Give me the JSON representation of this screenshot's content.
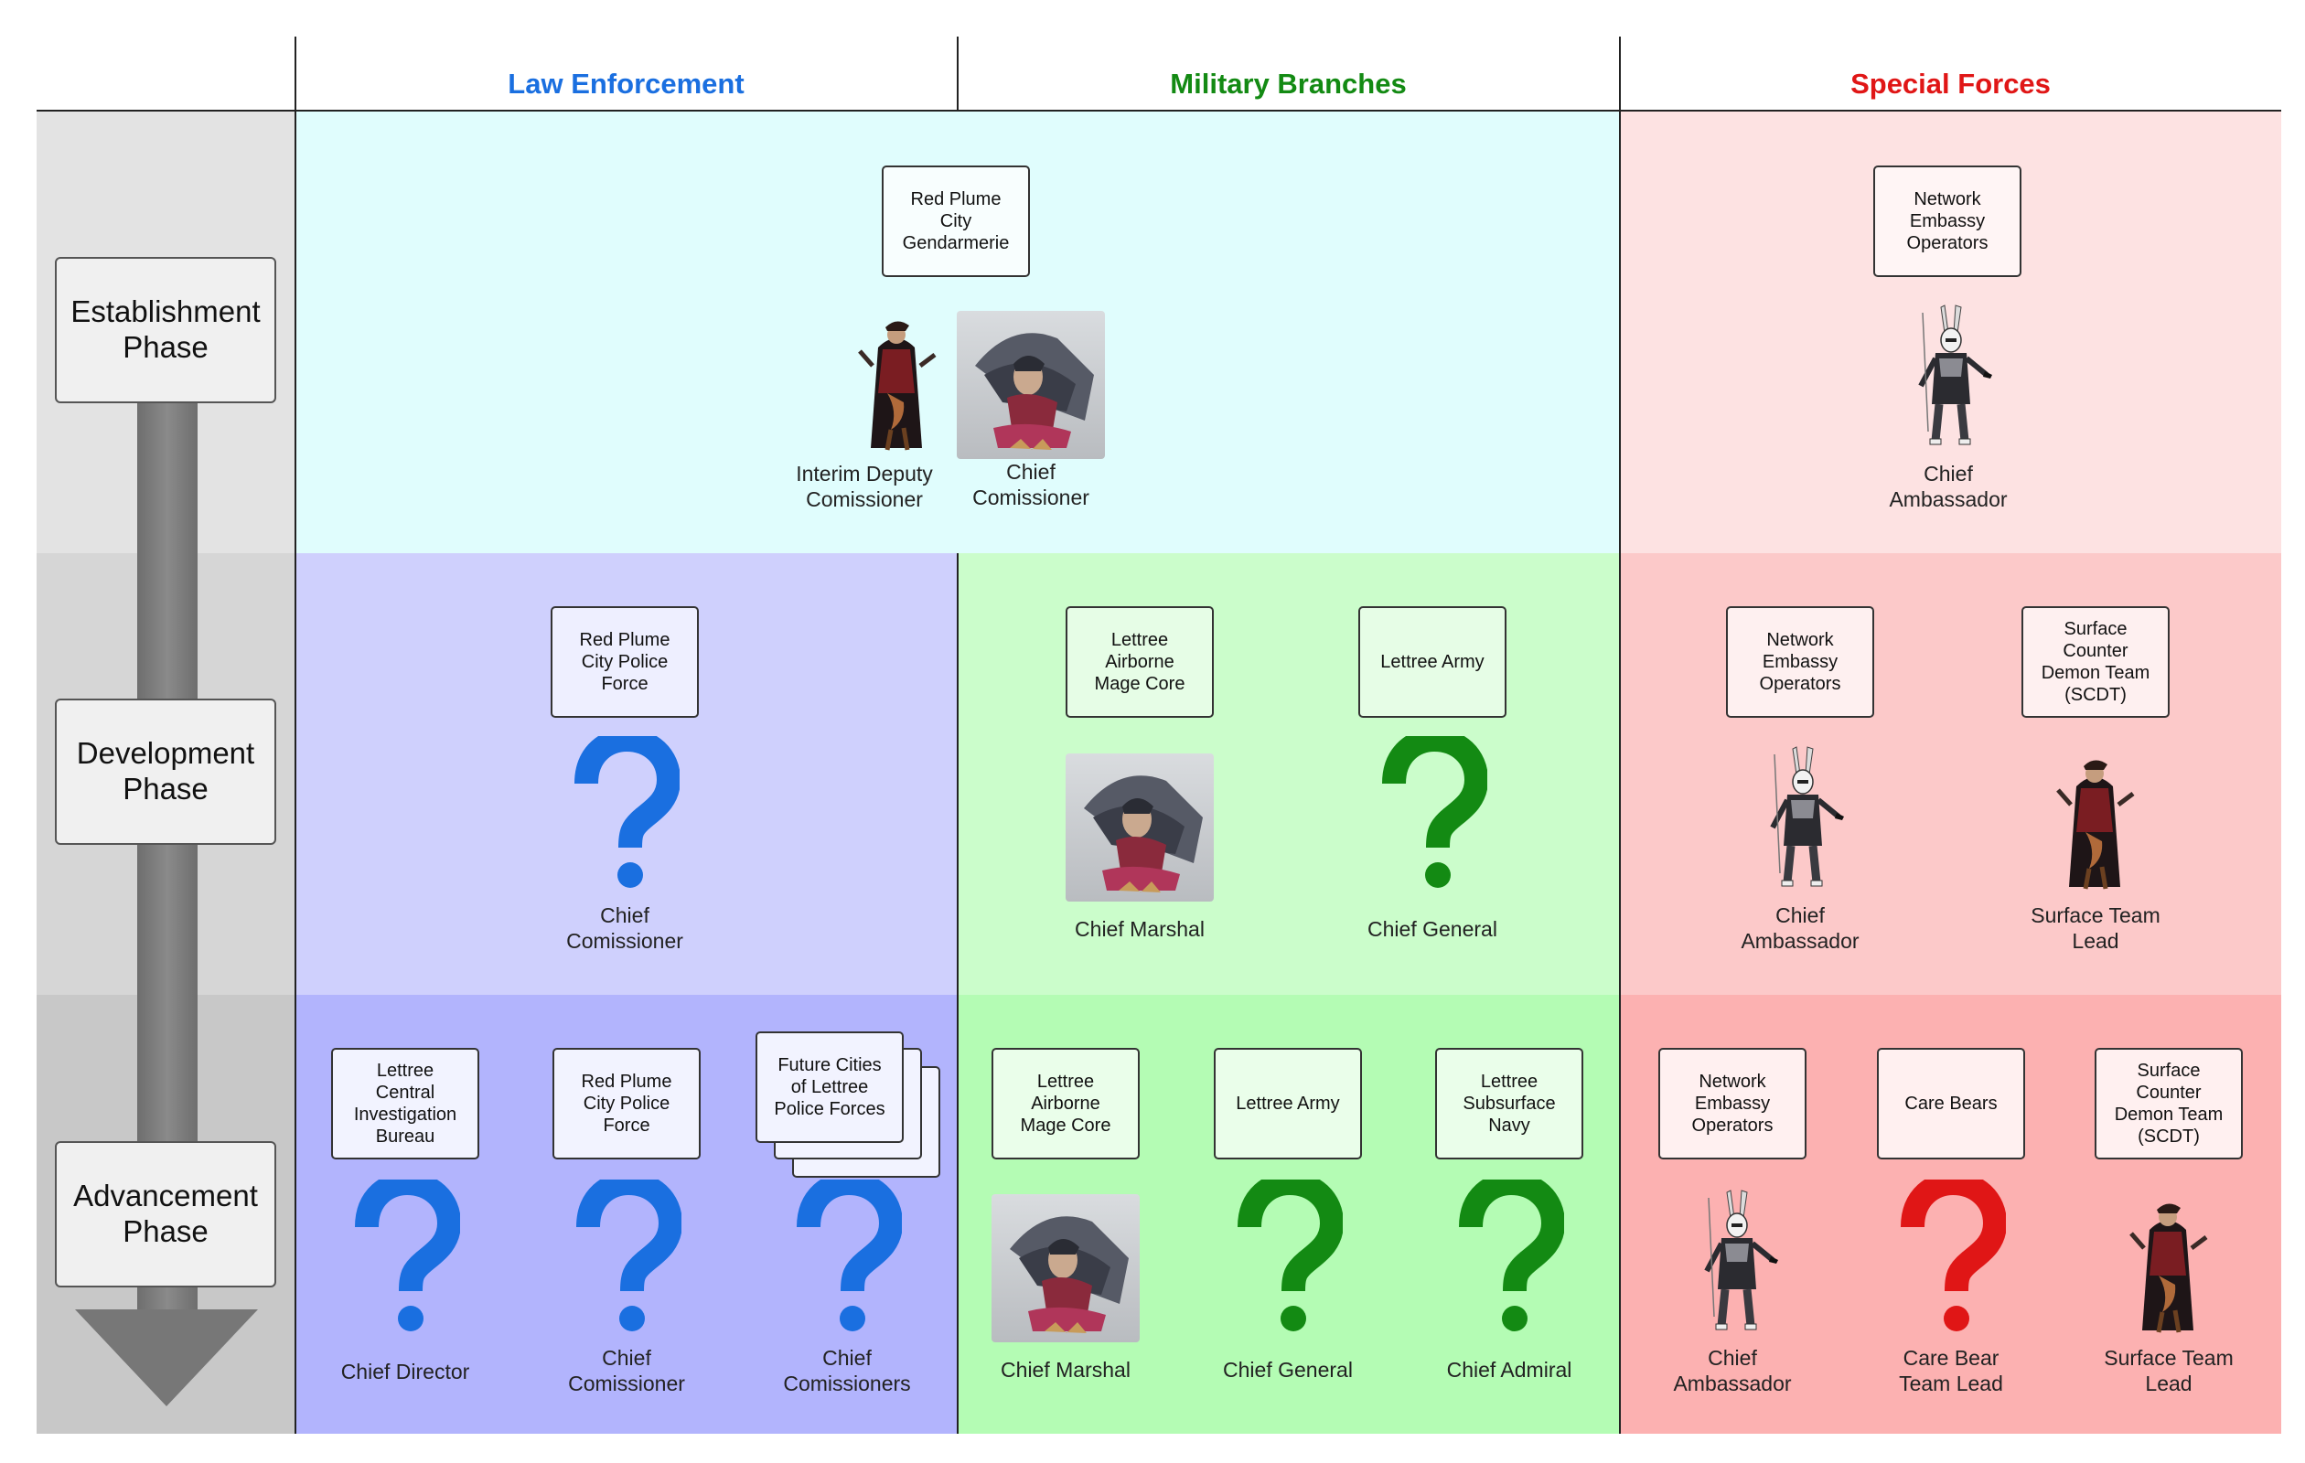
{
  "columns": {
    "law": {
      "title": "Law Enforcement",
      "color": "#1a6fe0"
    },
    "military": {
      "title": "Military Branches",
      "color": "#138a13"
    },
    "special": {
      "title": "Special Forces",
      "color": "#e01616"
    }
  },
  "phases": {
    "establishment": "Establishment\nPhase",
    "development": "Development\nPhase",
    "advancement": "Advancement\nPhase"
  },
  "establishment": {
    "gendarmerie_card": "Red Plume\nCity\nGendarmerie",
    "interim_label": "Interim Deputy\nComissioner",
    "chief_label": "Chief\nComissioner",
    "neo_card": "Network\nEmbassy\nOperators",
    "neo_label": "Chief\nAmbassador"
  },
  "development": {
    "police_card": "Red Plume\nCity Police\nForce",
    "police_label": "Chief\nComissioner",
    "airborne_card": "Lettree\nAirborne\nMage Core",
    "airborne_label": "Chief Marshal",
    "army_card": "Lettree Army",
    "army_label": "Chief General",
    "neo_card": "Network\nEmbassy\nOperators",
    "neo_label": "Chief\nAmbassador",
    "scdt_card": "Surface\nCounter\nDemon Team\n(SCDT)",
    "scdt_label": "Surface Team\nLead"
  },
  "advancement": {
    "lcib_card": "Lettree\nCentral\nInvestigation\nBureau",
    "lcib_label": "Chief Director",
    "police_card": "Red Plume\nCity Police\nForce",
    "police_label": "Chief\nComissioner",
    "future_card": "Future Cities\nof Lettree\nPolice Forces",
    "future_label": "Chief\nComissioners",
    "airborne_card": "Lettree\nAirborne\nMage Core",
    "airborne_label": "Chief Marshal",
    "army_card": "Lettree Army",
    "army_label": "Chief General",
    "navy_card": "Lettree\nSubsurface\nNavy",
    "navy_label": "Chief Admiral",
    "neo_card": "Network\nEmbassy\nOperators",
    "neo_label": "Chief\nAmbassador",
    "carebears_card": "Care Bears",
    "carebears_label": "Care Bear\nTeam Lead",
    "scdt_card": "Surface\nCounter\nDemon Team\n(SCDT)",
    "scdt_label": "Surface Team\nLead"
  }
}
